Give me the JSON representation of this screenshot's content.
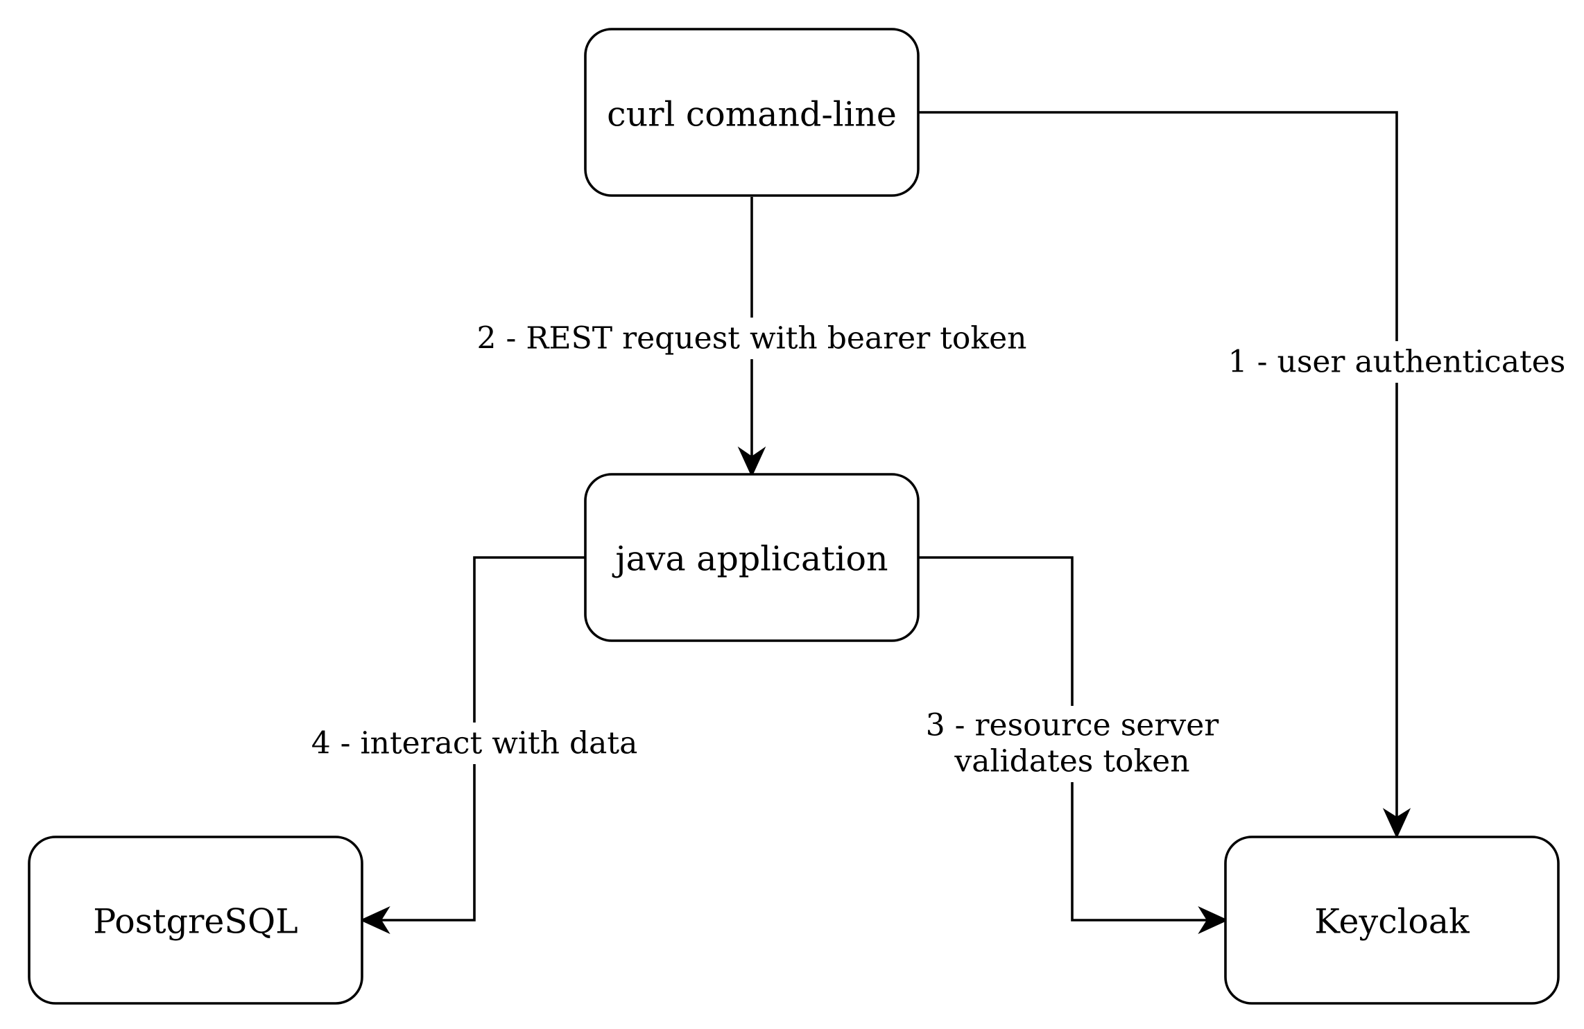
{
  "diagram": {
    "nodes": {
      "curl": {
        "label": "curl comand-line"
      },
      "java": {
        "label": "java application"
      },
      "postgres": {
        "label": "PostgreSQL"
      },
      "keycloak": {
        "label": "Keycloak"
      }
    },
    "edges": {
      "auth": {
        "lines": [
          "1 - user authenticates"
        ]
      },
      "rest": {
        "lines": [
          "2 - REST request with bearer token"
        ]
      },
      "validate": {
        "lines": [
          "3 - resource server",
          "validates token"
        ]
      },
      "data": {
        "lines": [
          "4 - interact with data"
        ]
      }
    },
    "colors": {
      "stroke": "#000000",
      "fill": "#ffffff",
      "text": "#000000"
    }
  }
}
